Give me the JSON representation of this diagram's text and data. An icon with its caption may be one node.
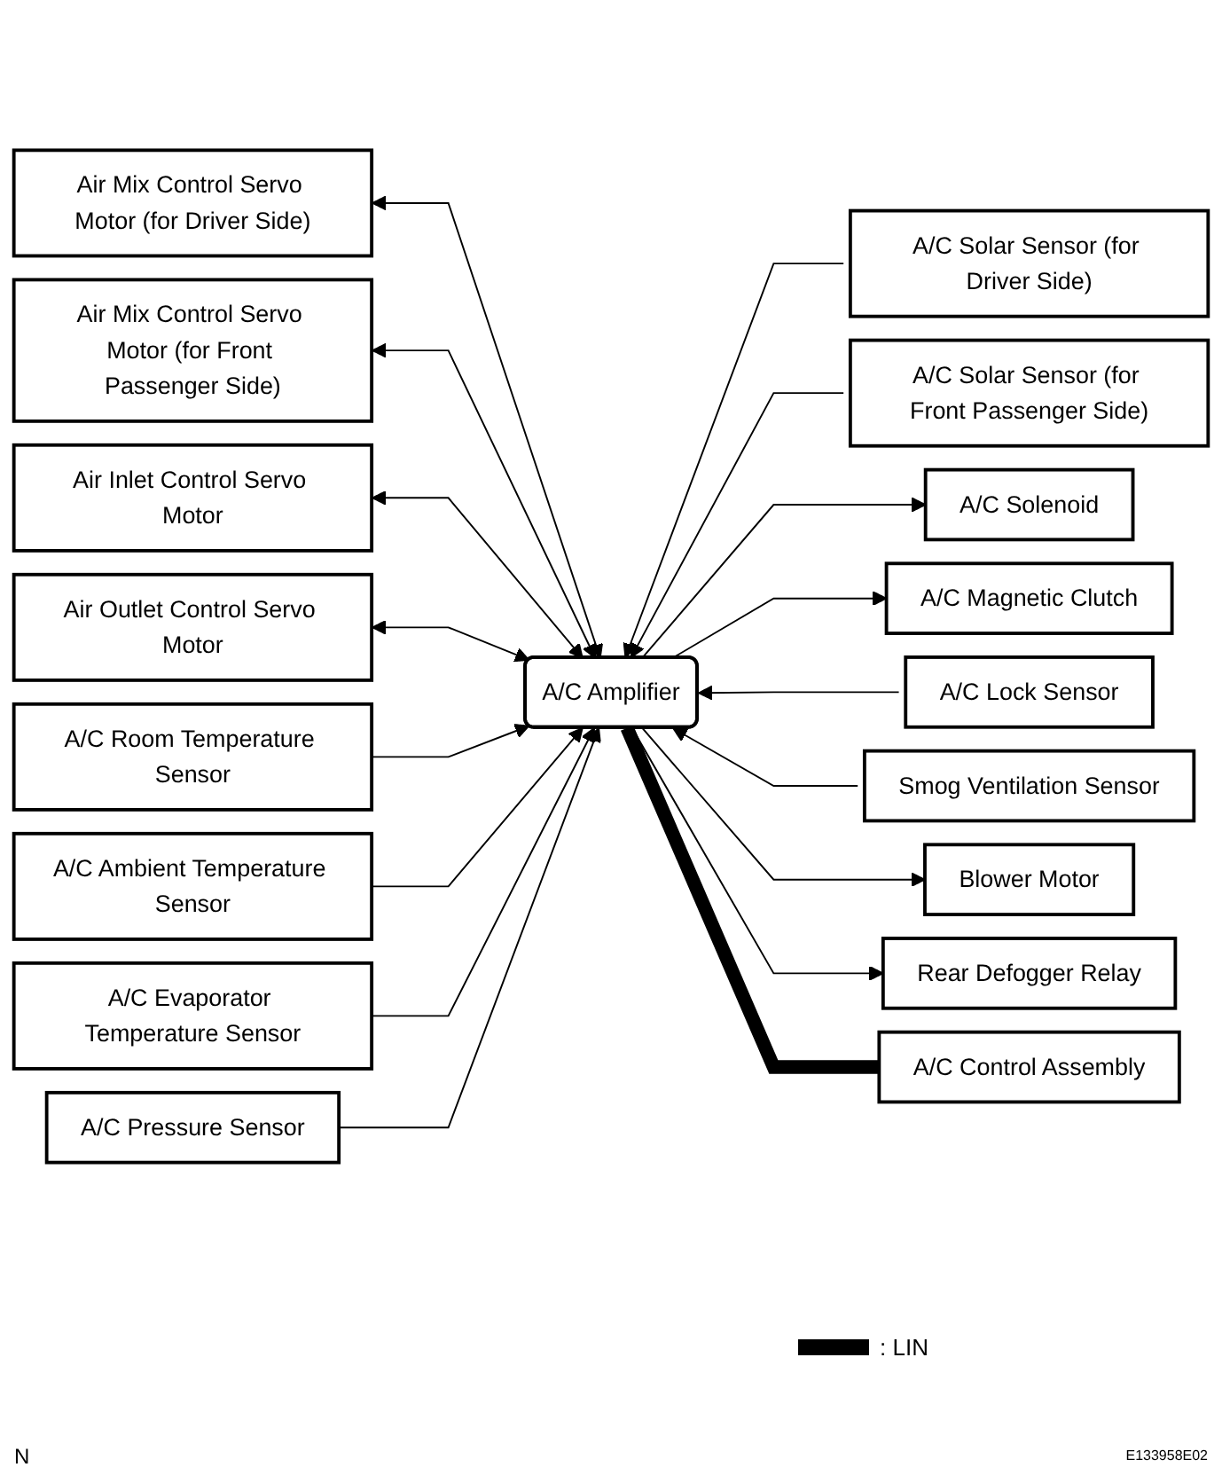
{
  "diagram": {
    "nodes": [
      {
        "text": [
          "Air Mix Control Servo Motor (for Driver Side)"
        ]
      },
      {
        "text": [
          "Air Mix Control Servo Motor (for Front Passenger Side)"
        ]
      },
      {
        "text": [
          "Air Inlet Control Servo Motor"
        ]
      },
      {
        "text": [
          "Air Outlet Control Servo Motor"
        ]
      },
      {
        "text": [
          "A/C Room Temperature Sensor"
        ]
      },
      {
        "text": [
          "A/C Ambient Temperature Sensor"
        ]
      },
      {
        "text": [
          "A/C Evaporator Temperature Sensor"
        ]
      },
      {
        "text": [
          "A/C Pressure Sensor"
        ]
      },
      {
        "text": [
          "A/C Amplifier"
        ]
      },
      {
        "text": [
          "A/C Solar Sensor (for Driver Side)"
        ]
      },
      {
        "text": [
          "A/C Solar Sensor (for Front Passenger Side)"
        ]
      },
      {
        "text": [
          "A/C Solenoid"
        ]
      },
      {
        "text": [
          "A/C Magnetic Clutch"
        ]
      },
      {
        "text": [
          "A/C Lock Sensor"
        ]
      },
      {
        "text": [
          "Smog Ventilation Sensor"
        ]
      },
      {
        "text": [
          "Blower Motor"
        ]
      },
      {
        "text": [
          "Rear Defogger Relay"
        ]
      },
      {
        "text": [
          "A/C Control Assembly"
        ]
      }
    ],
    "edges": [
      {
        "from": 8,
        "to": 0,
        "arrow": "both"
      },
      {
        "from": 8,
        "to": 1,
        "arrow": "both"
      },
      {
        "from": 8,
        "to": 2,
        "arrow": "both"
      },
      {
        "from": 8,
        "to": 3,
        "arrow": "both"
      },
      {
        "from": 4,
        "to": 8,
        "arrow": "to"
      },
      {
        "from": 5,
        "to": 8,
        "arrow": "to"
      },
      {
        "from": 6,
        "to": 8,
        "arrow": "to"
      },
      {
        "from": 7,
        "to": 8,
        "arrow": "to"
      },
      {
        "from": 9,
        "to": 8,
        "arrow": "to"
      },
      {
        "from": 10,
        "to": 8,
        "arrow": "to"
      },
      {
        "from": 8,
        "to": 11,
        "arrow": "to"
      },
      {
        "from": 8,
        "to": 12,
        "arrow": "to"
      },
      {
        "from": 13,
        "to": 8,
        "arrow": "to"
      },
      {
        "from": 14,
        "to": 8,
        "arrow": "to"
      },
      {
        "from": 8,
        "to": 15,
        "arrow": "to"
      },
      {
        "from": 8,
        "to": 16,
        "arrow": "to"
      },
      {
        "from": 8,
        "to": 17,
        "arrow": "none",
        "style": "thick"
      }
    ],
    "labels": [
      "N",
      "E133958E02"
    ],
    "legend": [
      {
        "text": ": LIN"
      }
    ]
  }
}
